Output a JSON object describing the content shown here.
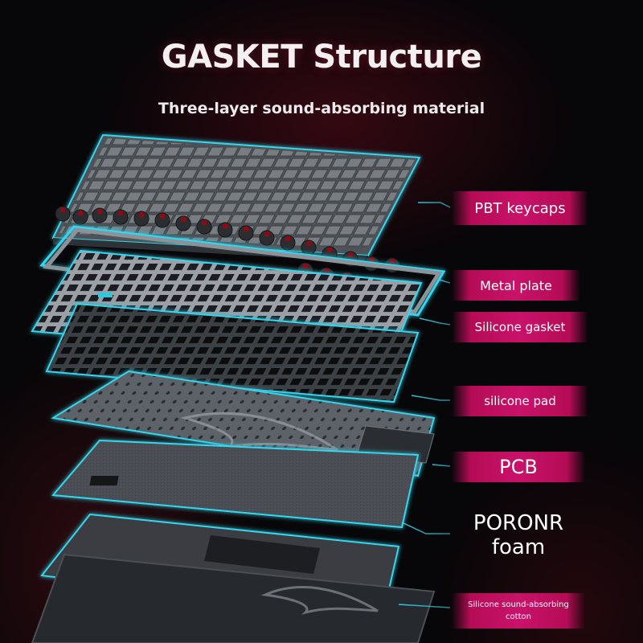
{
  "header": {
    "title": "GASKET Structure",
    "subtitle": "Three-layer sound-absorbing material"
  },
  "layers": [
    {
      "id": "keycaps",
      "label": "PBT keycaps"
    },
    {
      "id": "metal-plate",
      "label": "Metal plate"
    },
    {
      "id": "silicone-gasket",
      "label": "Silicone gasket"
    },
    {
      "id": "silicone-pad",
      "label": "silicone pad"
    },
    {
      "id": "pcb",
      "label": "PCB"
    },
    {
      "id": "poron-foam",
      "label": "PORONR foam"
    },
    {
      "id": "cotton",
      "label_line1": "Silicone sound-absorbing",
      "label_line2": "cotton"
    }
  ],
  "colors": {
    "background": "#070608",
    "accent_magenta": "#c9126a",
    "glow_cyan": "#33d6ee",
    "keycap_gray": "#6f7479",
    "switch_red": "#8b0c14"
  }
}
